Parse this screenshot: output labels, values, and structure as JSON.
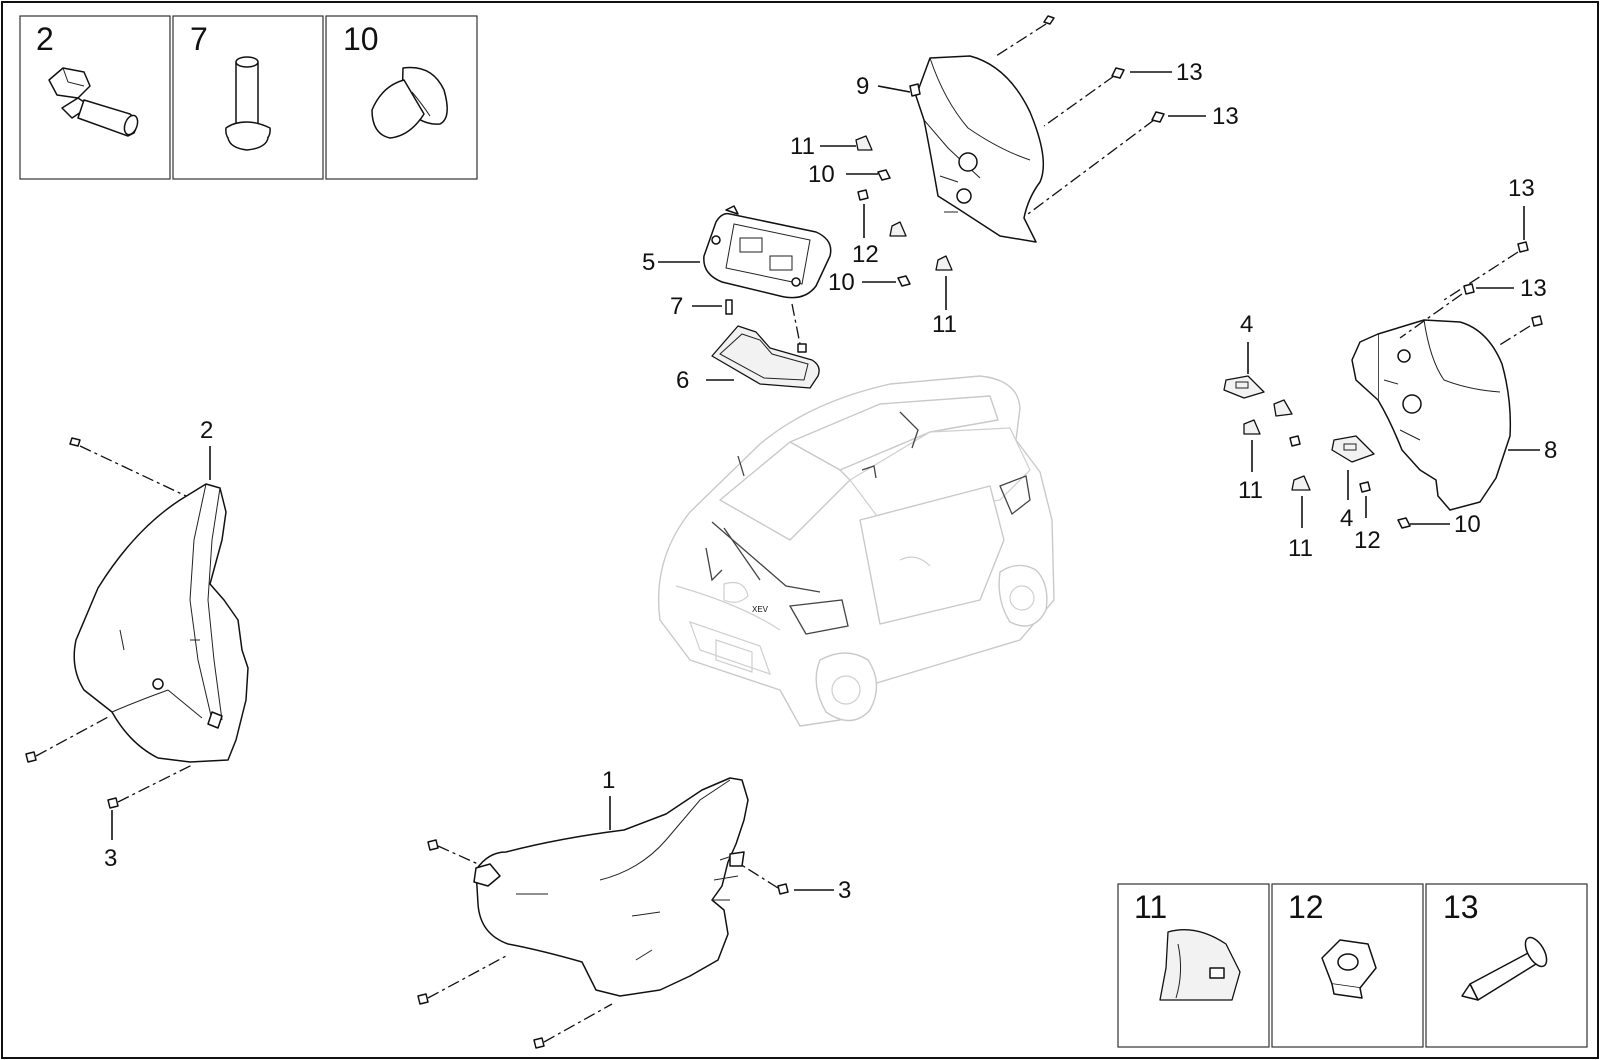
{
  "diagram": {
    "insets_top": [
      {
        "id": "inset-2",
        "number": "2",
        "part": "flange-bolt"
      },
      {
        "id": "inset-7",
        "number": "7",
        "part": "stud-bolt"
      },
      {
        "id": "inset-10",
        "number": "10",
        "part": "push-clip"
      }
    ],
    "insets_bottom": [
      {
        "id": "inset-11",
        "number": "11",
        "part": "clip-nut"
      },
      {
        "id": "inset-12",
        "number": "12",
        "part": "hex-nut"
      },
      {
        "id": "inset-13",
        "number": "13",
        "part": "screw"
      }
    ],
    "callouts": {
      "c1": "1",
      "c2": "2",
      "c3a": "3",
      "c3b": "3",
      "c4a": "4",
      "c4b": "4",
      "c5": "5",
      "c6": "6",
      "c7": "7",
      "c8": "8",
      "c9": "9",
      "c10a": "10",
      "c10b": "10",
      "c10c": "10",
      "c11a": "11",
      "c11b": "11",
      "c11c": "11",
      "c11d": "11",
      "c12a": "12",
      "c12b": "12",
      "c13a": "13",
      "c13b": "13",
      "c13c": "13",
      "c13d": "13"
    },
    "badge_text": "XEV"
  }
}
